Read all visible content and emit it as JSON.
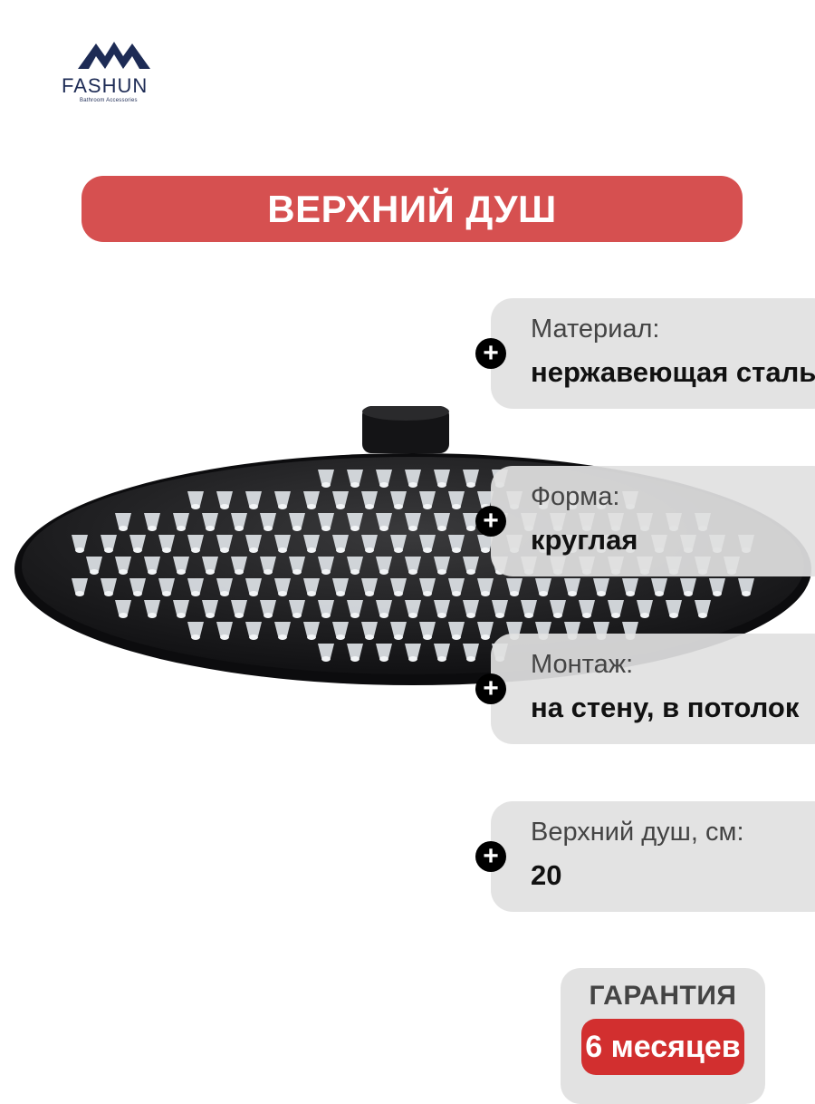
{
  "brand": {
    "name": "FASHUN",
    "tagline": "Bathroom Accessories",
    "color": "#1d2b55"
  },
  "title": "ВЕРХНИЙ ДУШ",
  "specs": [
    {
      "label": "Материал:",
      "value": "нержавеющая сталь"
    },
    {
      "label": "Форма:",
      "value": "круглая"
    },
    {
      "label": "Монтаж:",
      "value": "на стену, в потолок"
    },
    {
      "label": "Верхний душ, см:",
      "value": "20"
    }
  ],
  "warranty": {
    "label": "ГАРАНТИЯ",
    "value": "6 месяцев"
  },
  "colors": {
    "accent": "#d65050",
    "warranty_accent": "#d22f2f",
    "card_bg": "#e1e1e1"
  },
  "icons": {
    "spec_bullet": "plus-icon"
  }
}
